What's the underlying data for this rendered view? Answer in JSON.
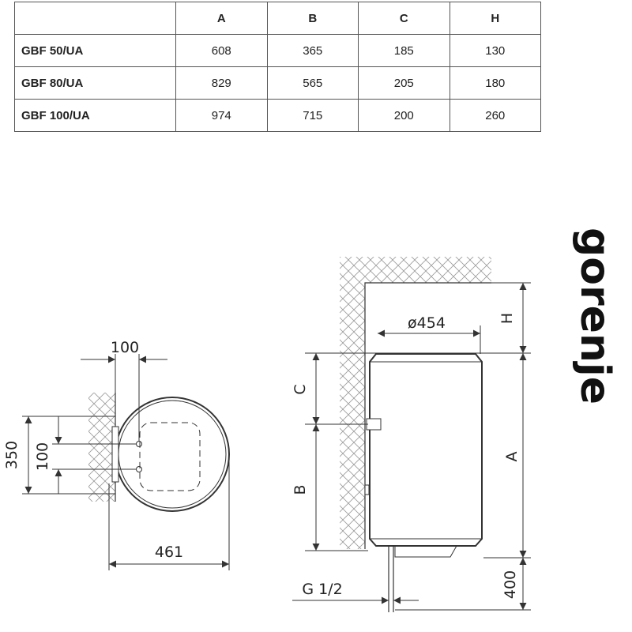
{
  "table": {
    "headers": [
      "",
      "A",
      "B",
      "C",
      "H"
    ],
    "rows": [
      {
        "model": "GBF 50/UA",
        "A": "608",
        "B": "365",
        "C": "185",
        "H": "130"
      },
      {
        "model": "GBF 80/UA",
        "A": "829",
        "B": "565",
        "C": "205",
        "H": "180"
      },
      {
        "model": "GBF 100/UA",
        "A": "974",
        "B": "715",
        "C": "200",
        "H": "260"
      }
    ]
  },
  "top_view": {
    "dim_pipe_spacing": "100",
    "dim_bracket_height": "350",
    "dim_pipe_vertical": "100",
    "dim_depth": "461"
  },
  "side_view": {
    "dim_diameter": "ø454",
    "dim_H": "H",
    "dim_C": "C",
    "dim_A": "A",
    "dim_B": "B",
    "dim_thread": "G 1/2",
    "dim_floor": "400"
  },
  "brand": "gorenje",
  "colors": {
    "line": "#333333",
    "text": "#222222",
    "border": "#555555"
  }
}
